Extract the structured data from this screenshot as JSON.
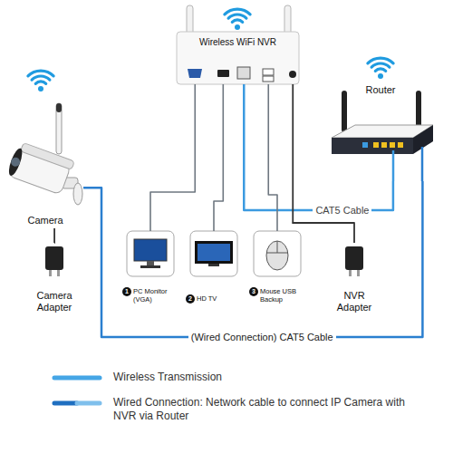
{
  "diagram": {
    "nodes": [
      {
        "text": [
          "Camera"
        ]
      },
      {
        "text": [
          "Wireless WiFi NVR"
        ]
      },
      {
        "text": [
          "Router"
        ]
      },
      {
        "text": [
          "Camera Adapter"
        ]
      },
      {
        "text": [
          "1",
          "PC Monitor (VGA)"
        ]
      },
      {
        "text": [
          "2",
          "HD TV"
        ]
      },
      {
        "text": [
          "3",
          "Mouse USB Backup"
        ]
      },
      {
        "text": [
          "NVR Adapter"
        ]
      }
    ],
    "edges": [
      {
        "from": 1,
        "to": 2,
        "label": "CAT5 Cable",
        "arrow": "none"
      },
      {
        "from": 0,
        "to": 2,
        "label": "(Wired Connection) CAT5 Cable",
        "arrow": "none"
      },
      {
        "from": 1,
        "to": 4,
        "arrow": "none"
      },
      {
        "from": 1,
        "to": 5,
        "arrow": "none"
      },
      {
        "from": 1,
        "to": 6,
        "arrow": "none"
      },
      {
        "from": 3,
        "to": 0,
        "arrow": "none"
      },
      {
        "from": 7,
        "to": 1,
        "arrow": "none"
      }
    ],
    "legend": [
      {
        "text": "Wireless Transmission"
      },
      {
        "text": "Wired Connection: Network cable to connect IP Camera with NVR via Router"
      }
    ]
  }
}
